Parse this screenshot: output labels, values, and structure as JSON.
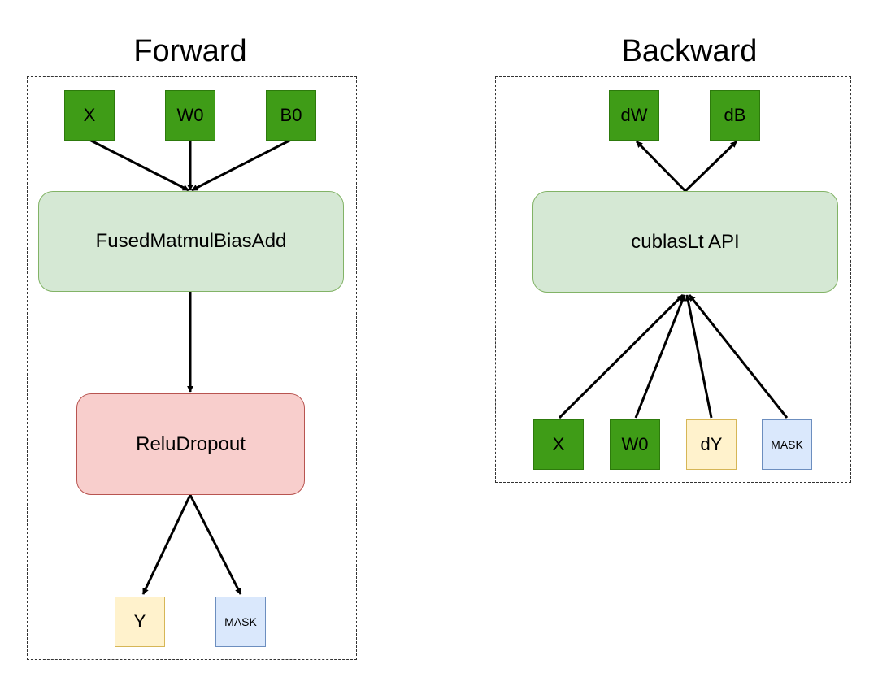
{
  "forward": {
    "title": "Forward",
    "inputs": [
      "X",
      "W0",
      "B0"
    ],
    "op_main": "FusedMatmulBiasAdd",
    "op_act": "ReluDropout",
    "outputs": [
      "Y",
      "MASK"
    ]
  },
  "backward": {
    "title": "Backward",
    "outputs": [
      "dW",
      "dB"
    ],
    "op_main": "cublasLt API",
    "inputs": [
      "X",
      "W0",
      "dY",
      "MASK"
    ]
  },
  "colors": {
    "tensor_green": "#3f9c17",
    "tensor_yellow": "#fff2cc",
    "tensor_blue": "#dae8fc",
    "op_green": "#d5e8d4",
    "op_red": "#f8cecc"
  }
}
